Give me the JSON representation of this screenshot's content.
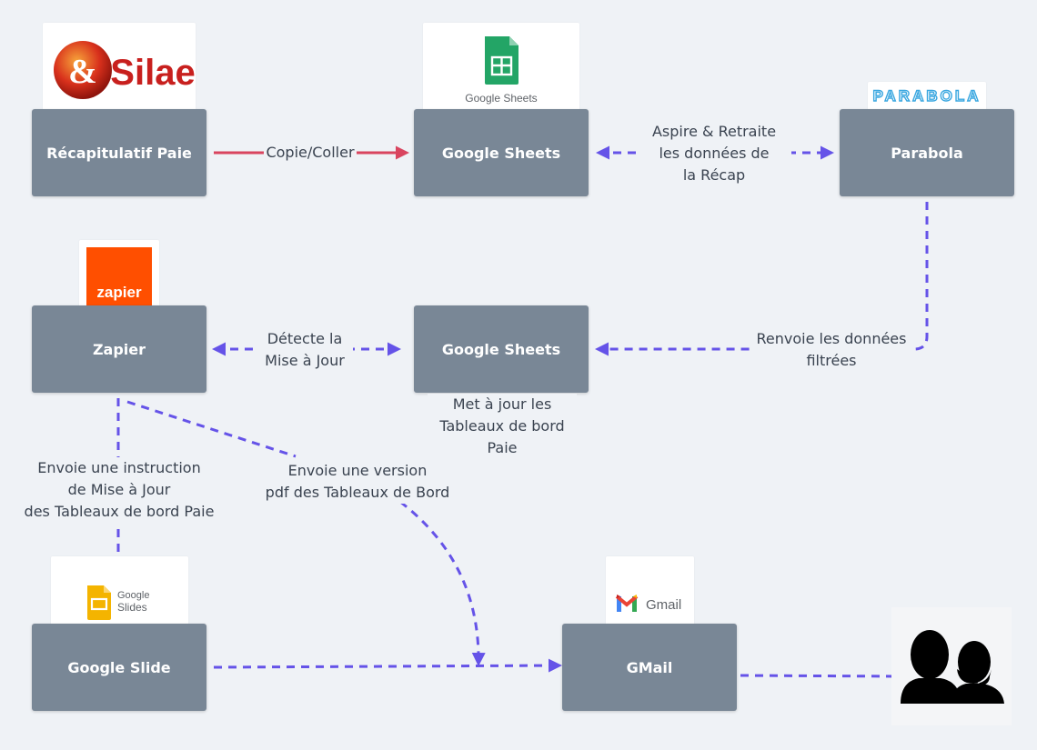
{
  "nodes": {
    "recap": "Récapitulatif Paie",
    "sheets1": "Google Sheets",
    "parabola": "Parabola",
    "zapier": "Zapier",
    "sheets2": "Google Sheets",
    "slide": "Google Slide",
    "gmail": "GMail"
  },
  "edges": {
    "copy": "Copie/Coller",
    "aspire": "Aspire & Retraite\nles données de\nla Récap",
    "renvoie": "Renvoie les données\nfiltrées",
    "detecte": "Détecte la\nMise à Jour",
    "met_a_jour": "Met à jour les\nTableaux de bord\nPaie",
    "instruction": "Envoie une instruction\nde Mise à Jour\ndes Tableaux de bord Paie",
    "pdf": "Envoie une version\npdf des Tableaux de Bord"
  },
  "logos": {
    "silae": "Silae",
    "google_sheets": "Google Sheets",
    "parabola": "PARABOLA",
    "zapier": "zapier",
    "google_slides_line1": "Google",
    "google_slides_line2": "Slides",
    "gmail": "Gmail"
  },
  "colors": {
    "node": "#798796",
    "copy_arrow": "#d9455f",
    "flow_arrow": "#6553e8",
    "background": "#eff2f6"
  }
}
